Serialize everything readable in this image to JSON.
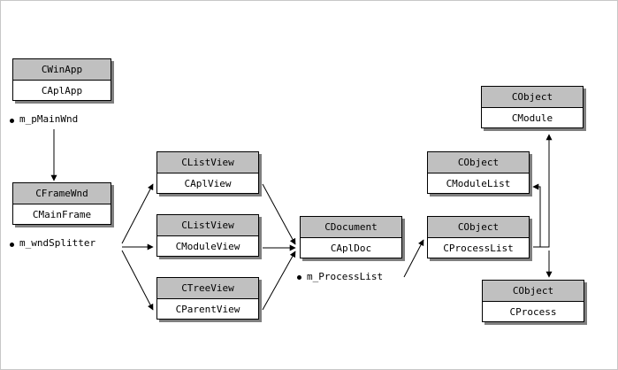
{
  "nodes": {
    "winapp": {
      "base": "CWinApp",
      "derived": "CAplApp"
    },
    "framewnd": {
      "base": "CFrameWnd",
      "derived": "CMainFrame"
    },
    "aplview": {
      "base": "CListView",
      "derived": "CAplView"
    },
    "moduleview": {
      "base": "CListView",
      "derived": "CModuleView"
    },
    "parentview": {
      "base": "CTreeView",
      "derived": "CParentView"
    },
    "apldoc": {
      "base": "CDocument",
      "derived": "CAplDoc"
    },
    "modulelist": {
      "base": "CObject",
      "derived": "CModuleList"
    },
    "processlist": {
      "base": "CObject",
      "derived": "CProcessList"
    },
    "module": {
      "base": "CObject",
      "derived": "CModule"
    },
    "process": {
      "base": "CObject",
      "derived": "CProcess"
    }
  },
  "members": {
    "main_wnd": "m_pMainWnd",
    "wnd_splitter": "m_wndSplitter",
    "process_list": "m_ProcessList"
  },
  "colors": {
    "header": "#c0c0c0",
    "shadow": "#7f7f7f",
    "line": "#000000"
  }
}
